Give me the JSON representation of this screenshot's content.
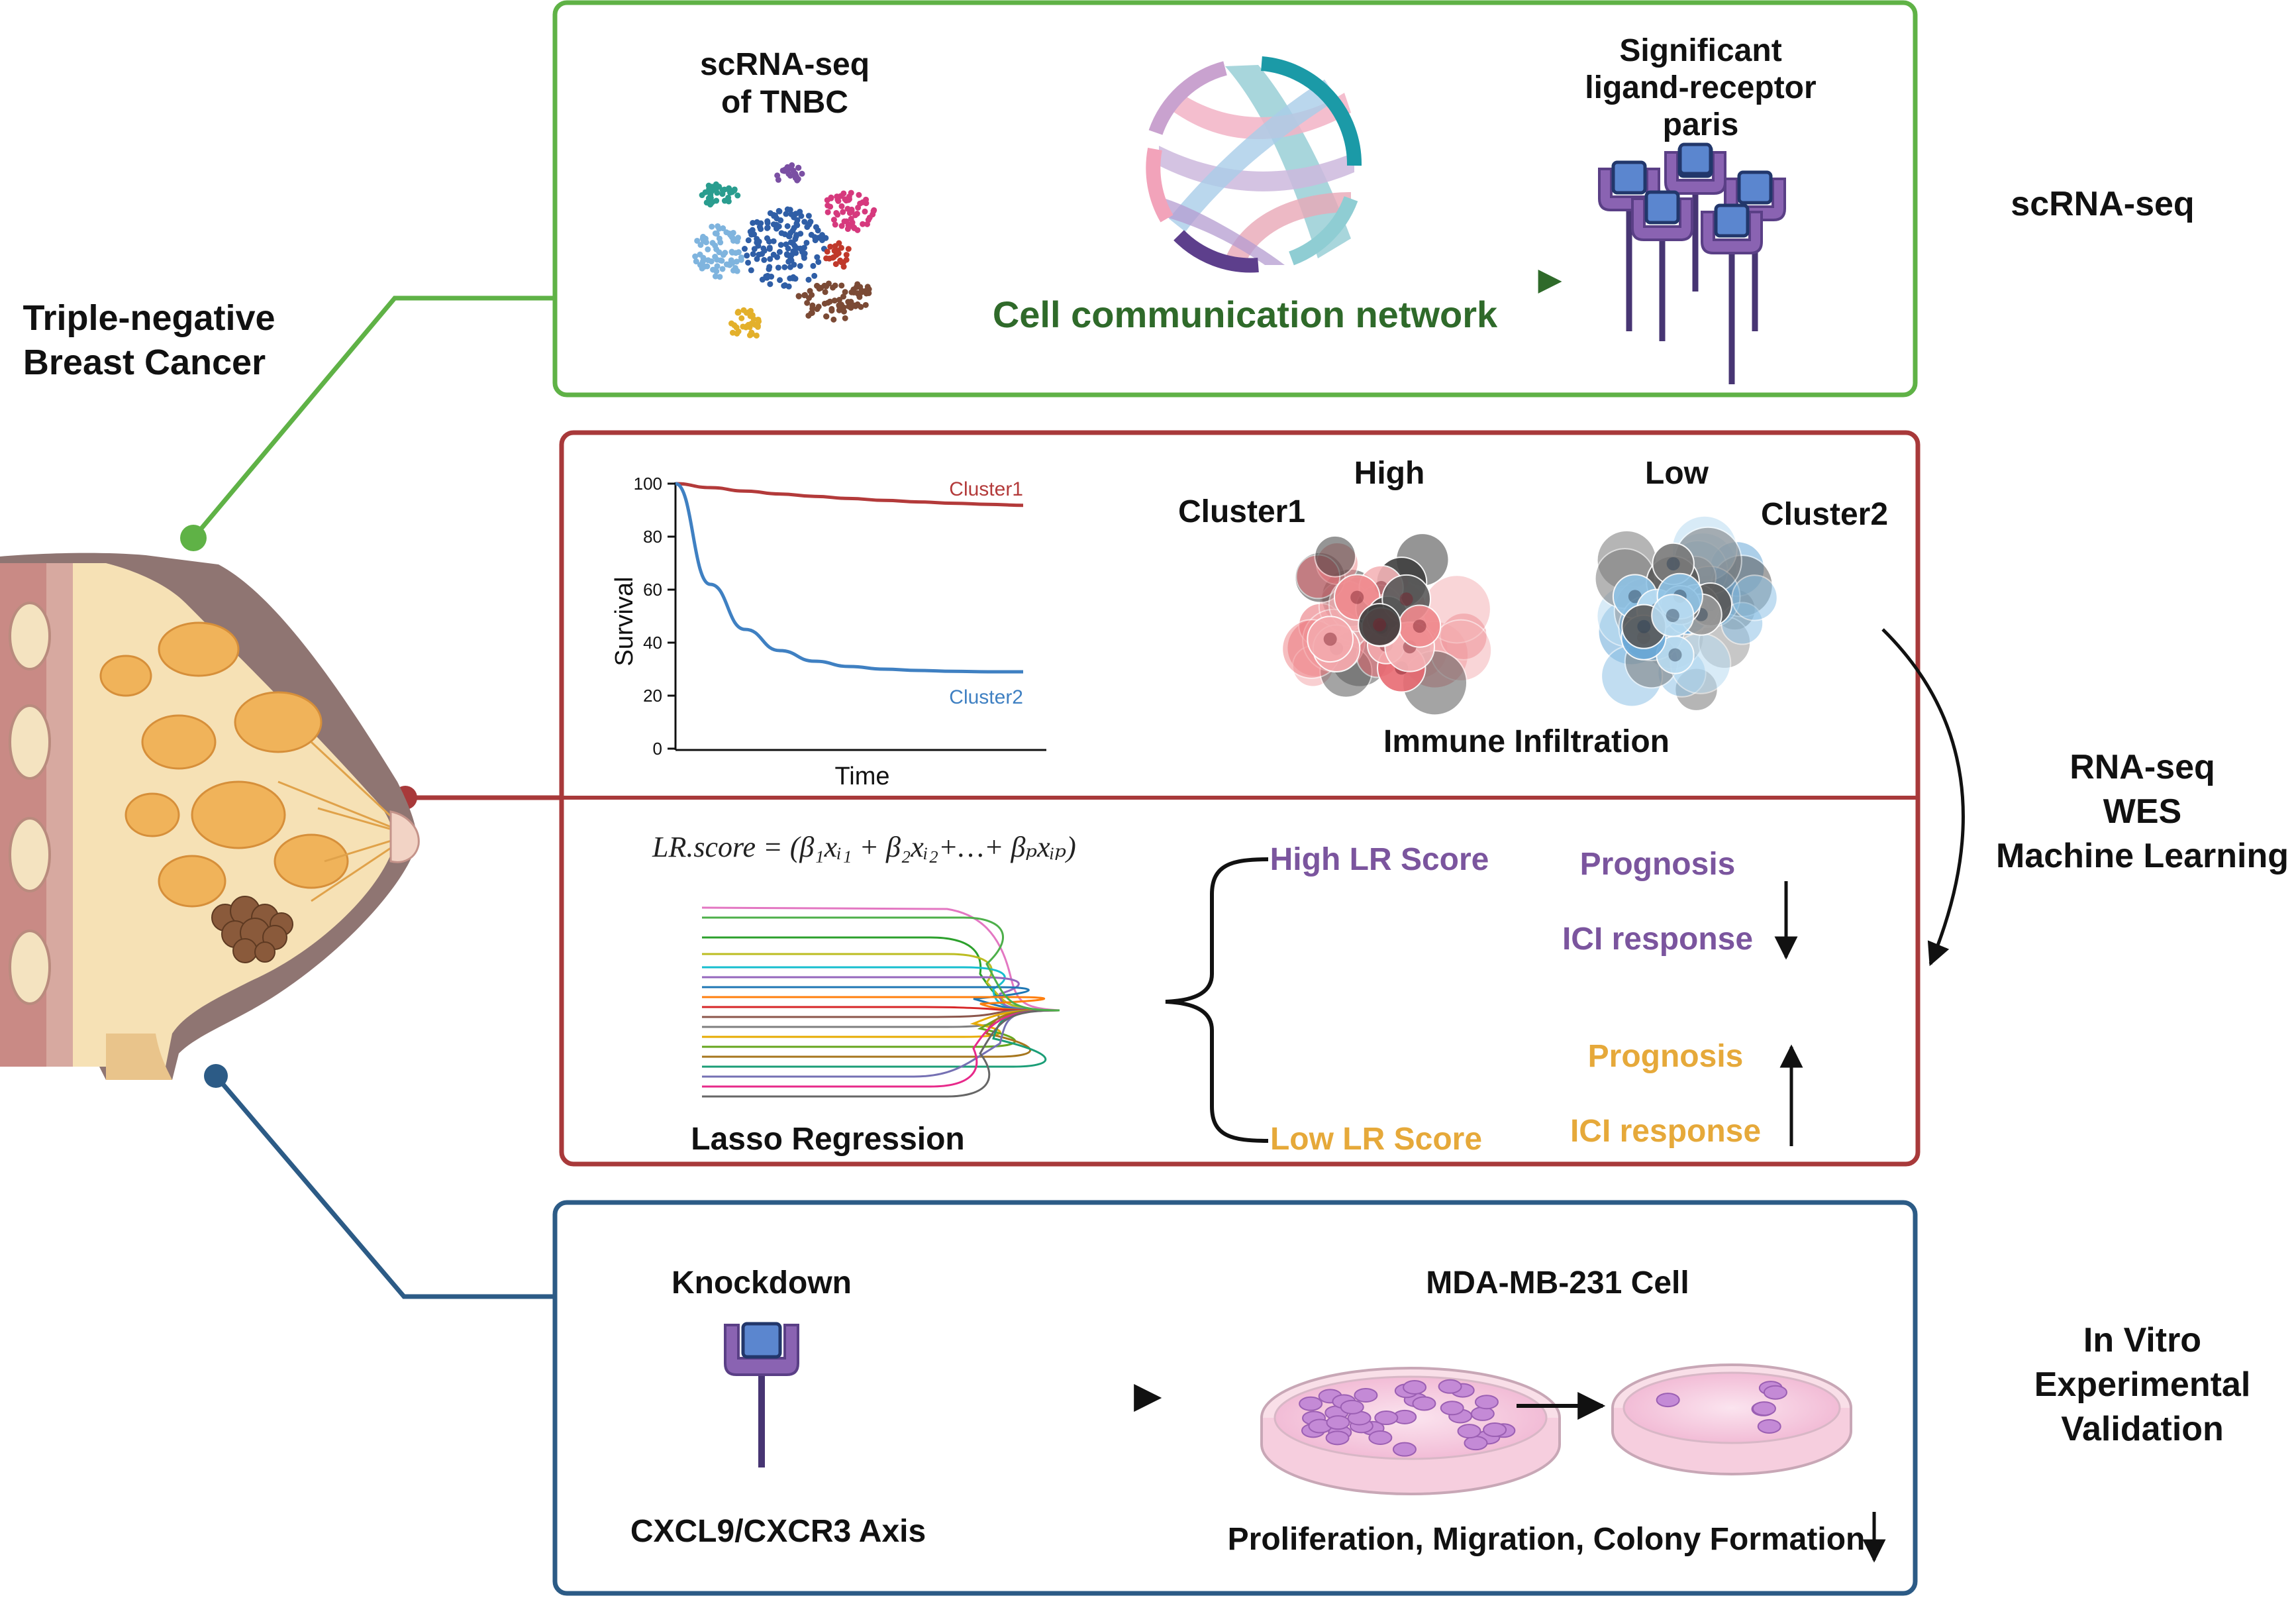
{
  "colors": {
    "green": "#5fb246",
    "green_dark": "#2f6a2a",
    "red": "#a8393a",
    "blue": "#2c5b86",
    "purple": "#7b559e",
    "orange": "#e6a93a",
    "curve_red": "#b33a3a",
    "curve_blue": "#3f80c2",
    "text": "#111111"
  },
  "left": {
    "title_line1": "Triple-negative",
    "title_line2": "Breast Cancer",
    "breast_icon": "breast-anatomy-icon"
  },
  "panel1": {
    "scrna_line1": "scRNA-seq",
    "scrna_line2": "of TNBC",
    "network_label": "Cell communication network",
    "pairs_line1": "Significant",
    "pairs_line2": "ligand-receptor",
    "pairs_line3": "paris",
    "side_label": "scRNA-seq",
    "umap_icon": "umap-cluster-icon",
    "chord_icon": "chord-diagram-icon",
    "receptor_icon": "receptor-cluster-icon"
  },
  "panel2": {
    "cluster1_label": "Cluster1",
    "cluster2_label": "Cluster2",
    "high_label": "High",
    "low_label": "Low",
    "immune_label": "Immune Infiltration",
    "formula": "LR.score = (β₁xᵢ₁ + β₂xᵢ₂+…+ βₚxᵢₚ)",
    "lasso_label": "Lasso Regression",
    "high_lr": "High LR Score",
    "low_lr": "Low LR Score",
    "prognosis_high": "Prognosis",
    "ici_high": "ICI response",
    "prognosis_low": "Prognosis",
    "ici_low": "ICI response",
    "side_line1": "RNA-seq",
    "side_line2": "WES",
    "side_line3": "Machine Learning"
  },
  "panel3": {
    "knockdown": "Knockdown",
    "axis_label": "CXCL9/CXCR3 Axis",
    "cell_label": "MDA-MB-231 Cell",
    "effects": "Proliferation, Migration, Colony Formation",
    "side_line1": "In Vitro",
    "side_line2": "Experimental",
    "side_line3": "Validation",
    "dish_icon": "petri-dish-icon"
  },
  "chart_data": {
    "type": "line",
    "x": [
      0,
      1,
      2,
      3,
      4,
      5,
      6,
      7,
      8,
      9,
      10
    ],
    "xlabel": "Time",
    "ylabel": "Survival",
    "ylim": [
      0,
      100
    ],
    "yticks": [
      0,
      20,
      40,
      60,
      80,
      100
    ],
    "series": [
      {
        "name": "Cluster1",
        "values": [
          100,
          98.5,
          97.2,
          96.1,
          95.2,
          94.4,
          93.7,
          93.1,
          92.6,
          92.2,
          91.8
        ]
      },
      {
        "name": "Cluster2",
        "values": [
          100,
          62,
          45,
          37,
          33,
          31,
          30,
          29.5,
          29.2,
          29,
          29
        ]
      }
    ]
  }
}
